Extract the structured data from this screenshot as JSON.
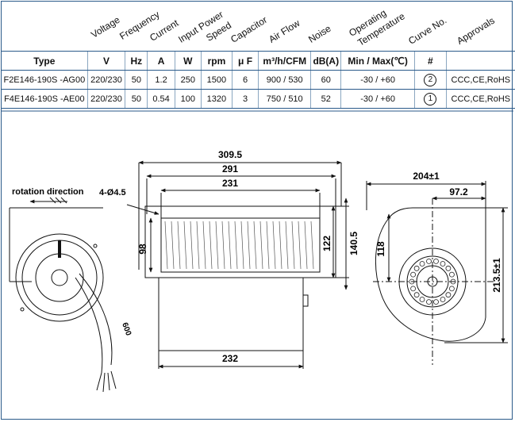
{
  "header_labels": [
    "Voltage",
    "Frequency",
    "Current",
    "Input Power",
    "Speed",
    "Capacitor",
    "Air Flow",
    "Noise",
    "Operating Temperature",
    "Curve No.",
    "Approvals"
  ],
  "header_label_lines": {
    "operating_temperature": [
      "Operating",
      "Temperature"
    ]
  },
  "units": [
    "Type",
    "V",
    "Hz",
    "A",
    "W",
    "rpm",
    "μ F",
    "m³/h/CFM",
    "dB(A)",
    "Min / Max(℃)",
    "#",
    ""
  ],
  "rows": [
    {
      "type": "F2E146-190S -AG00",
      "voltage": "220/230",
      "frequency": "50",
      "current": "1.2",
      "power": "250",
      "speed": "1500",
      "capacitor": "6",
      "airflow": "900 / 530",
      "noise": "60",
      "temperature": "-30 / +60",
      "curve": "2",
      "approvals": "CCC,CE,RoHS"
    },
    {
      "type": "F4E146-190S -AE00",
      "voltage": "220/230",
      "frequency": "50",
      "current": "0.54",
      "power": "100",
      "speed": "1320",
      "capacitor": "3",
      "airflow": "750 / 510",
      "noise": "52",
      "temperature": "-30 / +60",
      "curve": "1",
      "approvals": "CCC,CE,RoHS"
    }
  ],
  "drawing": {
    "rotation_label": "rotation direction",
    "holes_label": "4-Ø4.5",
    "dim_309": "309.5",
    "dim_291": "291",
    "dim_231": "231",
    "dim_232": "232",
    "dim_98": "98",
    "dim_122": "122",
    "dim_140": "140.5",
    "dim_600": "600",
    "dim_204": "204±1",
    "dim_97": "97.2",
    "dim_118": "118",
    "dim_213": "213.5±1"
  }
}
